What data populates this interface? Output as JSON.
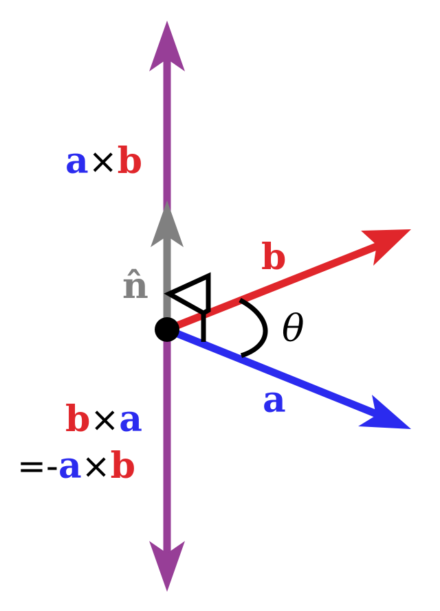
{
  "colors": {
    "vector_a": "#2b2bef",
    "vector_b": "#e0262b",
    "cross_product": "#973e97",
    "normal": "#808080",
    "ink": "#000000"
  },
  "labels": {
    "a": "a",
    "b": "b",
    "normal": "n̂",
    "theta": "θ",
    "cross": "×",
    "equals": "=",
    "minus": "-"
  }
}
